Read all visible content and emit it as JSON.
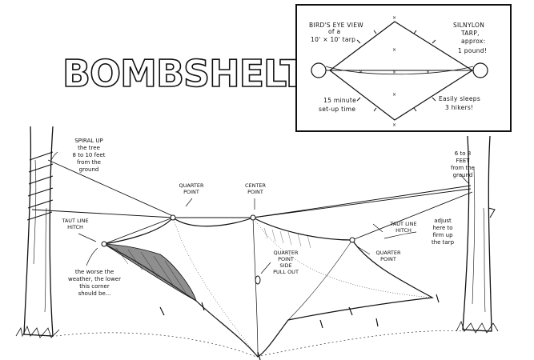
{
  "title": "BOMBSHELTER",
  "inset": {
    "heading_line1": "BIRD'S EYE VIEW",
    "heading_line2": "of a",
    "heading_line3": "10' × 10' tarp",
    "material_line1": "SILNYLON",
    "material_line2": "TARP,",
    "material_line3": "approx:",
    "material_line4": "1 pound!",
    "setup_line1": "15 minute",
    "setup_line2": "set-up time",
    "sleeps_line1": "Easily sleeps",
    "sleeps_line2": "3 hikers!"
  },
  "labels": {
    "spiral": [
      "SPIRAL UP",
      "the tree",
      "8 to 10 feet",
      "from the",
      "ground"
    ],
    "height_right": [
      "6 to 8",
      "FEET",
      "from the",
      "ground"
    ],
    "quarter_point_top": [
      "QUARTER",
      "POINT"
    ],
    "center_point": [
      "CENTER",
      "POINT"
    ],
    "taut_line_left": [
      "TAUT LINE",
      "HITCH"
    ],
    "taut_line_right": [
      "TAUT LINE",
      "HITCH"
    ],
    "adjust": [
      "adjust",
      "here to",
      "firm up",
      "the tarp"
    ],
    "quarter_point_right": [
      "QUARTER",
      "POINT"
    ],
    "quarter_side": [
      "QUARTER",
      "POINT",
      "SIDE",
      "PULL OUT"
    ],
    "weather": [
      "the worse the",
      "weather, the lower",
      "this corner",
      "should be..."
    ]
  }
}
